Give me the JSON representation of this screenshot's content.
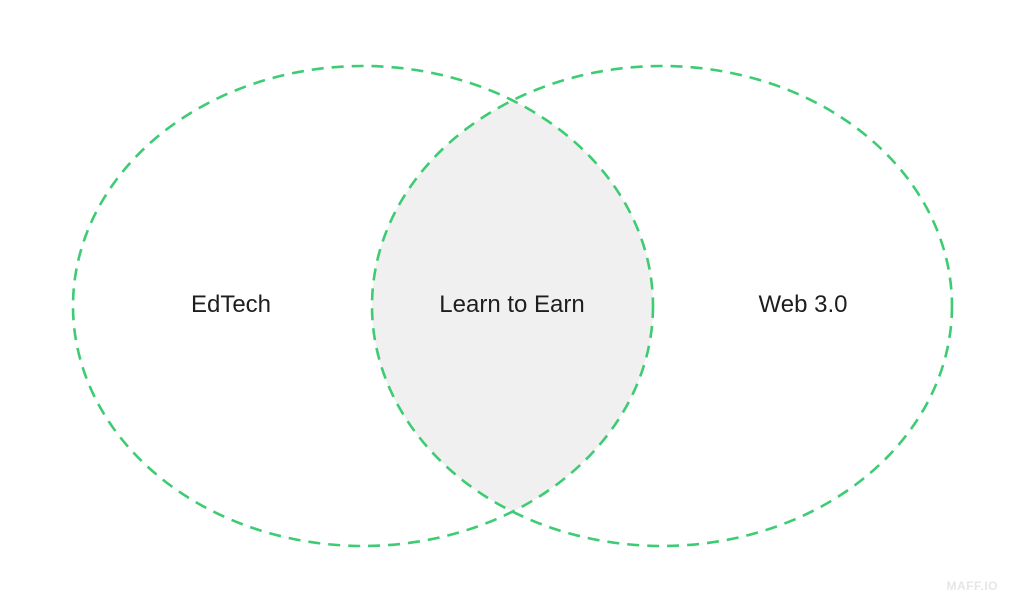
{
  "diagram": {
    "left_set": {
      "label": "EdTech"
    },
    "right_set": {
      "label": "Web 3.0"
    },
    "intersection": {
      "label": "Learn to Earn"
    }
  },
  "watermark": "MAFF.IO",
  "colors": {
    "outline": "#3dcc73",
    "overlap_fill": "#f0f0f0",
    "text": "#1e1e1e",
    "background": "#ffffff"
  }
}
